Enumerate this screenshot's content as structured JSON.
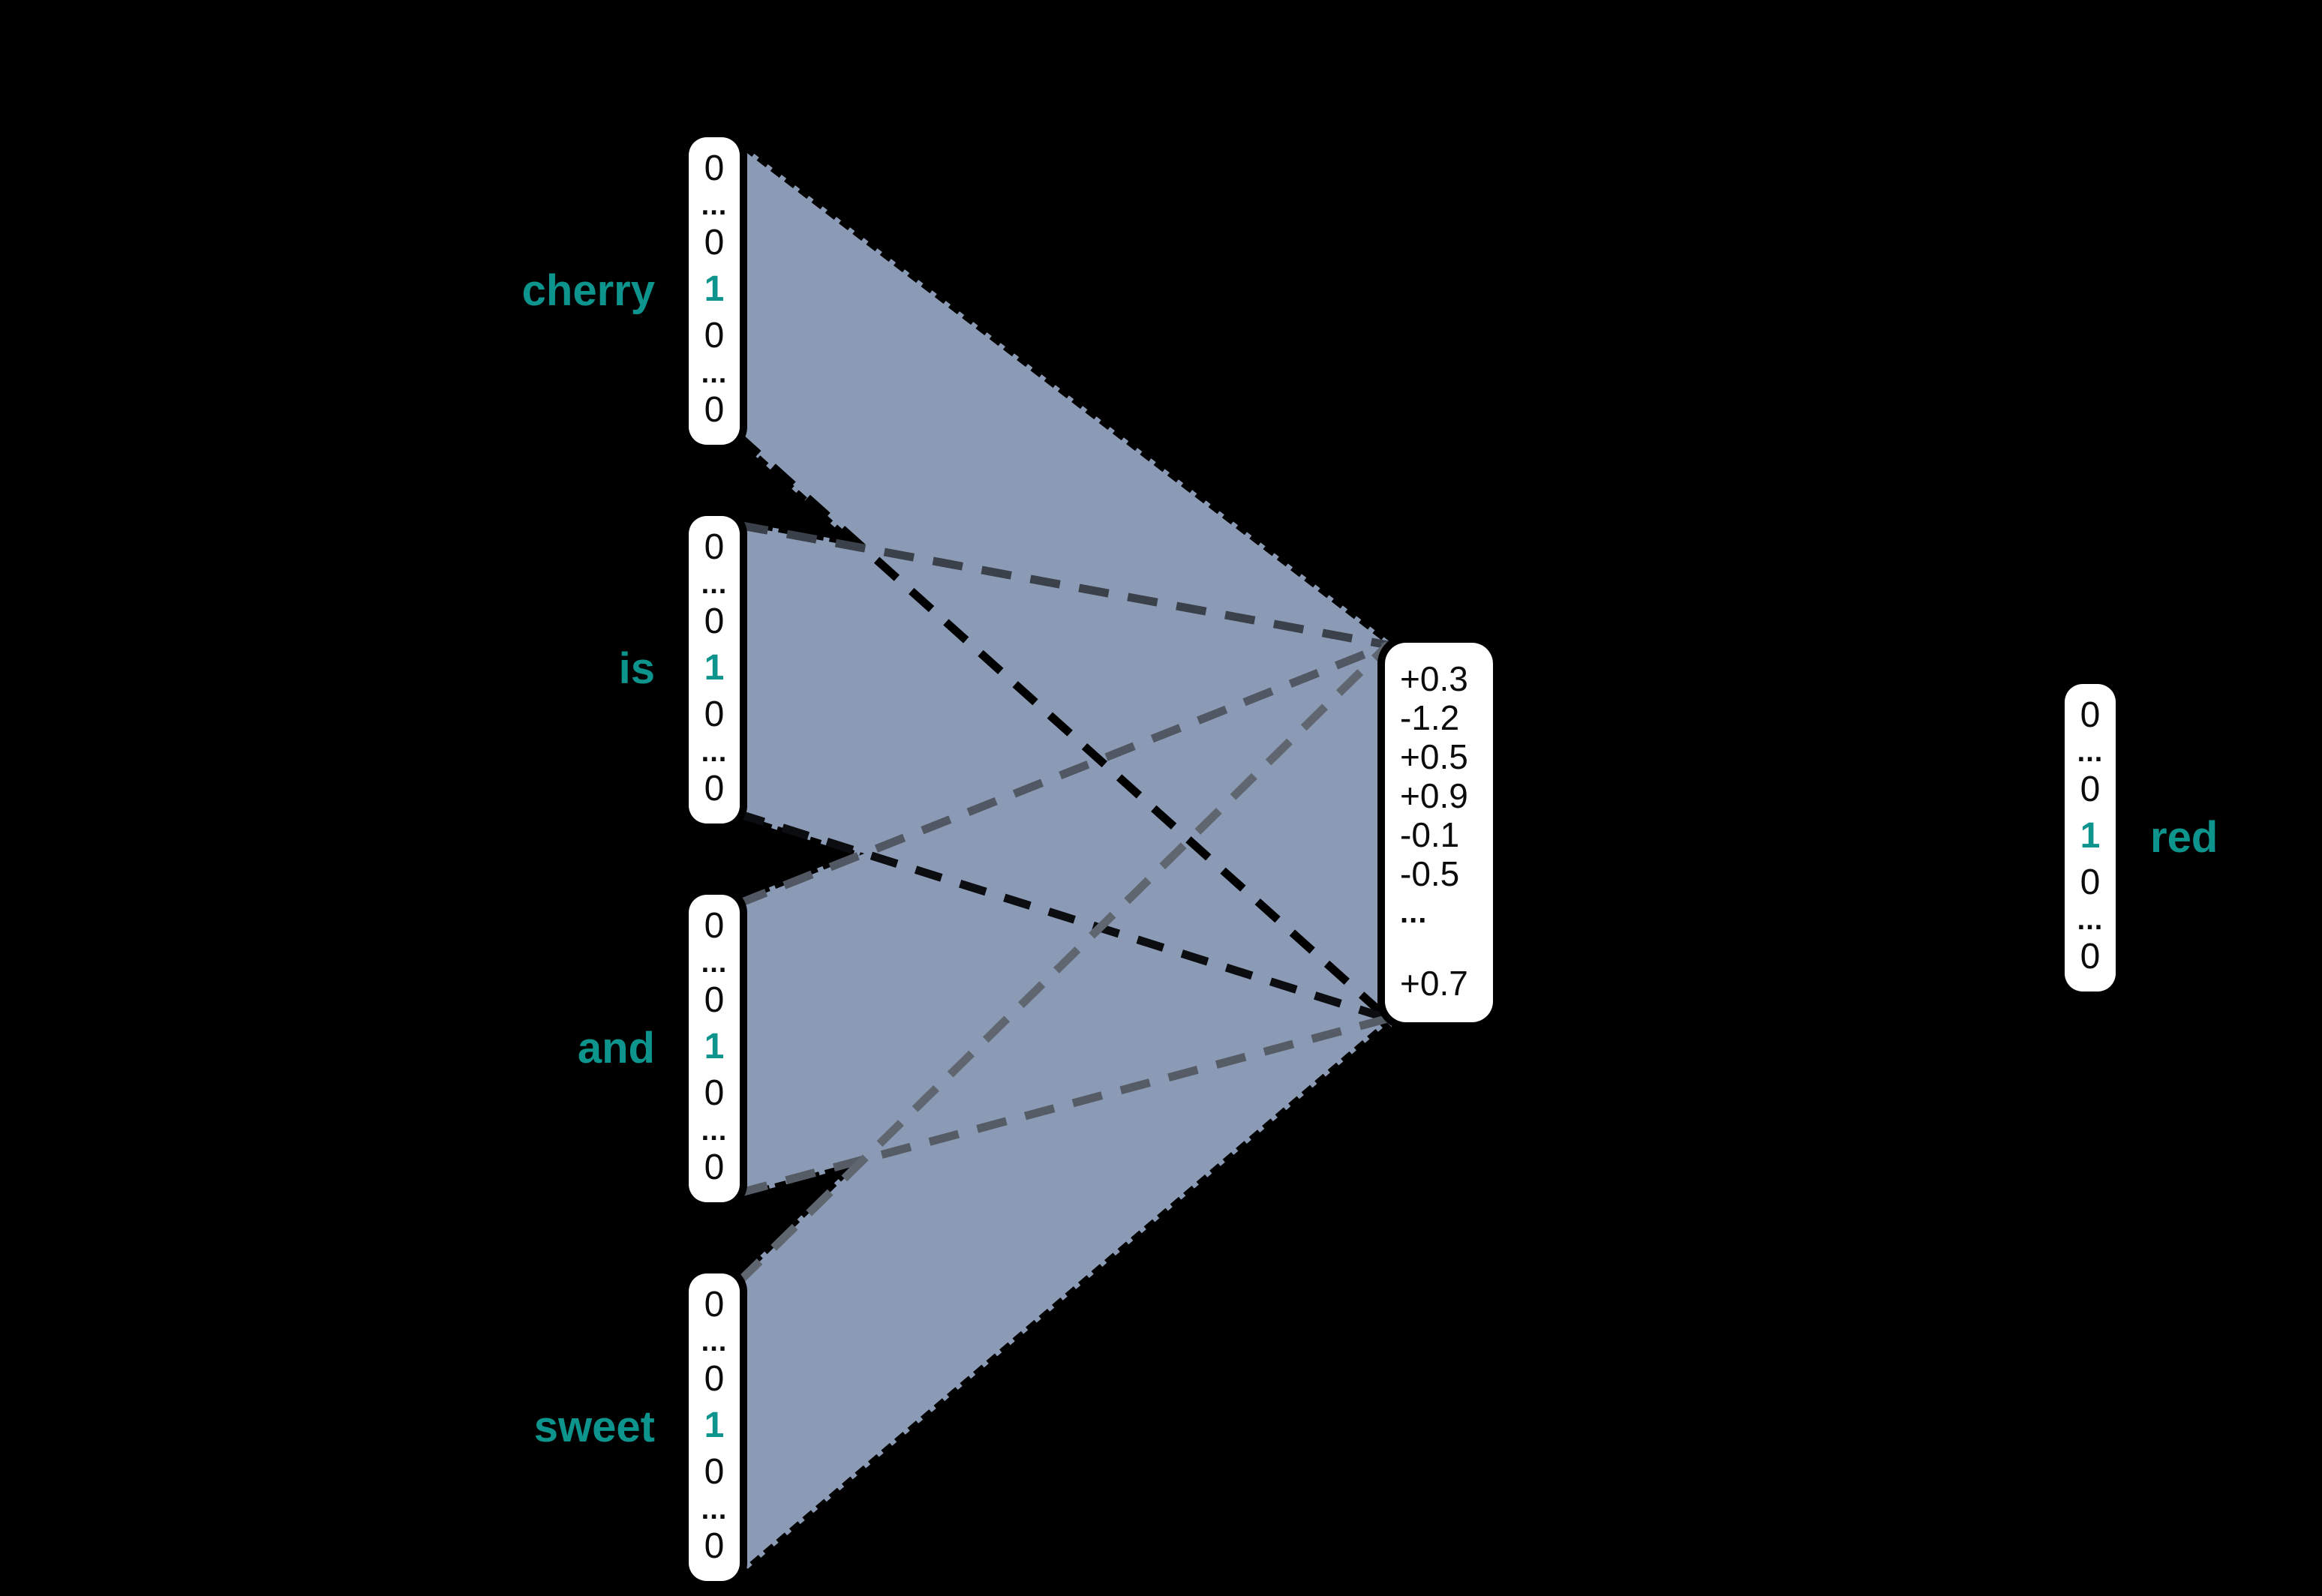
{
  "colors": {
    "background": "#000000",
    "fan_fill": "#8C9BB5",
    "teal_accent": "#0D948D",
    "box_fill": "#FFFFFF",
    "digit_color": "#0B0B0B",
    "line_cherry_to_bottom": "#000000",
    "line_is_to_top": "#3A414B",
    "line_is_to_bottom": "#0B0D10",
    "line_and_to_top": "#515863",
    "line_and_to_bottom": "#555C65",
    "line_sweet_to_top": "#5F6670"
  },
  "input_vectors": [
    {
      "label": "cherry",
      "rows": [
        "0",
        "...",
        "0",
        "1",
        "0",
        "...",
        "0"
      ]
    },
    {
      "label": "is",
      "rows": [
        "0",
        "...",
        "0",
        "1",
        "0",
        "...",
        "0"
      ]
    },
    {
      "label": "and",
      "rows": [
        "0",
        "...",
        "0",
        "1",
        "0",
        "...",
        "0"
      ]
    },
    {
      "label": "sweet",
      "rows": [
        "0",
        "...",
        "0",
        "1",
        "0",
        "...",
        "0"
      ]
    }
  ],
  "hidden_vector": {
    "rows": [
      "+0.3",
      "-1.2",
      "+0.5",
      "+0.9",
      "-0.1",
      "-0.5",
      "...",
      "+0.7"
    ]
  },
  "output_vector": {
    "label": "red",
    "rows": [
      "0",
      "...",
      "0",
      "1",
      "0",
      "...",
      "0"
    ]
  }
}
